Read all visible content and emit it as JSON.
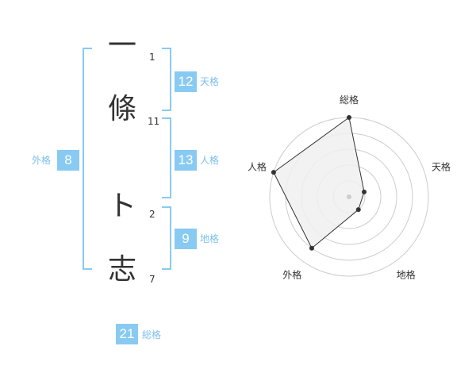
{
  "name": {
    "chars": [
      {
        "char": "一",
        "strokes": "1"
      },
      {
        "char": "條",
        "strokes": "11"
      },
      {
        "char": "ト",
        "strokes": "2"
      },
      {
        "char": "志",
        "strokes": "7"
      }
    ]
  },
  "kakusu": {
    "tenkaku": {
      "value": "12",
      "label": "天格"
    },
    "jinkaku": {
      "value": "13",
      "label": "人格"
    },
    "chikaku": {
      "value": "9",
      "label": "地格"
    },
    "gaikaku": {
      "value": "8",
      "label": "外格"
    },
    "soukaku": {
      "value": "21",
      "label": "総格"
    }
  },
  "chart_data": {
    "type": "radar",
    "axes": [
      "総格",
      "天格",
      "地格",
      "外格",
      "人格"
    ],
    "values": [
      5,
      1,
      1,
      4,
      5
    ],
    "rlim": [
      0,
      5
    ],
    "rings": 5,
    "colors": {
      "fill": "#f0f0f0",
      "line": "#333333",
      "point": "#333333",
      "grid": "#cccccc",
      "center": "#cccccc"
    }
  }
}
